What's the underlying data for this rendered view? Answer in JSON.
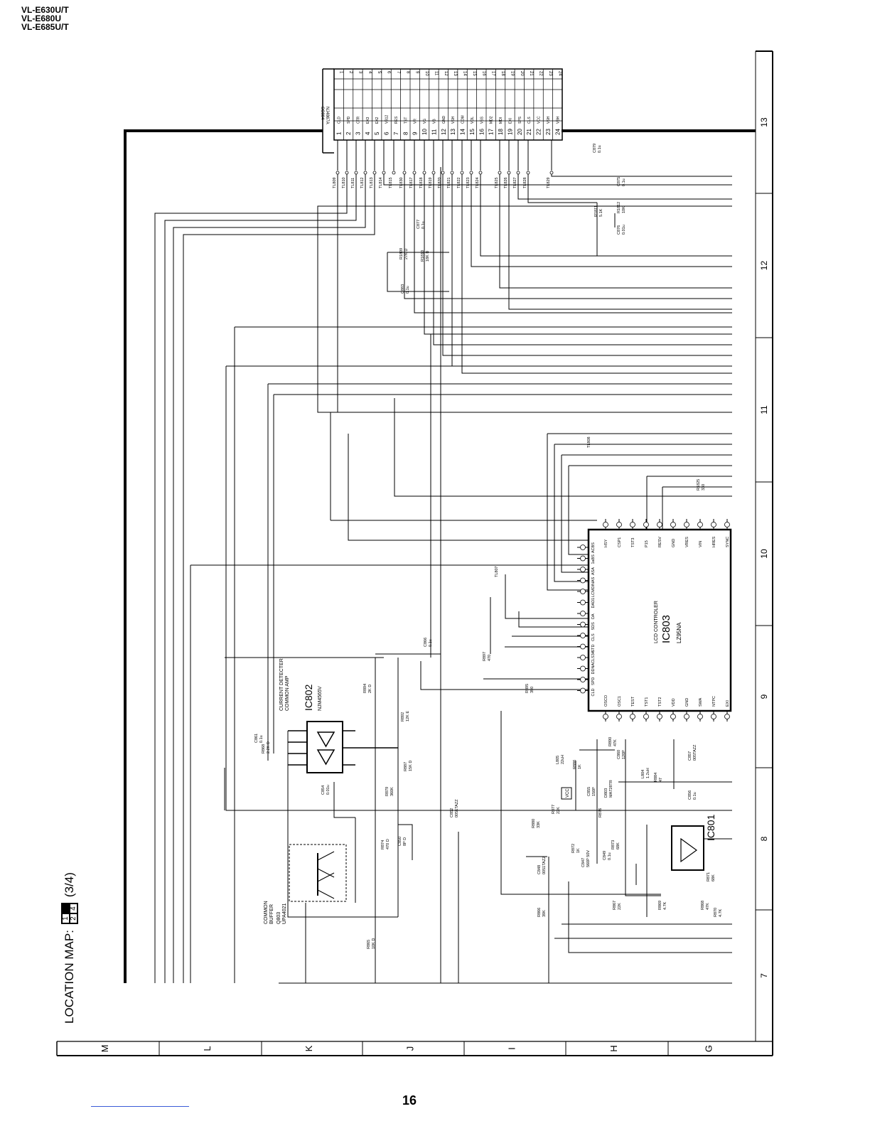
{
  "header": {
    "models": [
      "VL-E630U/T",
      "VL-E680U",
      "VL-E685U/T"
    ]
  },
  "footer": {
    "page_number": "16"
  },
  "location_map": {
    "label": "LOCATION MAP:",
    "cells": [
      "1",
      "",
      "2",
      "4"
    ],
    "sheet": "(3/4)"
  },
  "grid": {
    "columns": [
      "M",
      "L",
      "K",
      "J",
      "I",
      "H",
      "G"
    ],
    "rows": [
      "13",
      "12",
      "11",
      "10",
      "9",
      "8",
      "7"
    ]
  },
  "connector": {
    "ref": "SC804",
    "part": "NJ4867A",
    "pins": [
      "1",
      "2",
      "3",
      "4",
      "5",
      "6",
      "7",
      "8",
      "9",
      "10",
      "11",
      "12",
      "13",
      "14",
      "15",
      "16",
      "17",
      "18",
      "19",
      "20",
      "21",
      "22",
      "23",
      "24"
    ],
    "signals": [
      "CLD",
      "SPD",
      "CTR",
      "EX3",
      "EX2",
      "VB12",
      "RES",
      "TST",
      "VR",
      "VG",
      "VB",
      "GND",
      "VSH",
      "COM",
      "VOL",
      "VSS",
      "MD2",
      "MDI",
      "EXI",
      "SPS",
      "CLS",
      "VCC",
      "VSH",
      "VBH"
    ]
  },
  "test_points": [
    "TL809",
    "TL810",
    "TL811",
    "TL812",
    "TL813",
    "TL814",
    "TL815",
    "TL830",
    "TL817",
    "TL818",
    "TL819",
    "TL820",
    "TL821",
    "TL822",
    "TL823",
    "TL824",
    "TL825",
    "TL826",
    "TL827",
    "TL828",
    "TL829"
  ],
  "components": {
    "ic803": {
      "ref": "IC803",
      "type": "LCD CONTROLER",
      "part": "LZ95NA",
      "left_pins": [
        "HSY",
        "CSP1",
        "TST3",
        "P15",
        "RESV",
        "GND",
        "VRES",
        "VIN",
        "HRES",
        "SYNC"
      ],
      "top_pins": [
        "ACBS",
        "1aBS",
        "ASA",
        "INAS",
        "LCMD",
        "DAD1",
        "DA",
        "SDS",
        "CLS",
        "STD",
        "CLS34",
        "DDNA",
        "SPD",
        "CLD"
      ],
      "right_pins": [
        "OSCO",
        "OSC1",
        "TEST",
        "TST1",
        "TST2",
        "VDD",
        "GND",
        "SWA",
        "NTPC",
        "EXI"
      ]
    },
    "ic802": {
      "ref": "IC802",
      "part": "NJM4565V",
      "desc_1": "CURRENT DETECTER",
      "desc_2": "COMMON AMP"
    },
    "ic801": {
      "ref": "IC801"
    },
    "q803": {
      "ref": "Q803",
      "part": "UPA4021",
      "desc_1": "COMMON",
      "desc_2": "BUFFER"
    },
    "vcc_label": "VCC",
    "labels": [
      {
        "id": "C879",
        "text": "C879",
        "val": "0.1u"
      },
      {
        "id": "C875",
        "text": "C875",
        "val": "0.1u"
      },
      {
        "id": "R1811",
        "text": "R1811",
        "val": "5.1K"
      },
      {
        "id": "R1812",
        "text": "R1812",
        "val": "10K"
      },
      {
        "id": "C876",
        "text": "C876",
        "val": "0.01u"
      },
      {
        "id": "C877",
        "text": "C877",
        "val": "0.1u"
      },
      {
        "id": "R1809",
        "text": "R1809",
        "val": "27K D"
      },
      {
        "id": "R1810",
        "text": "R1810",
        "val": "18K D"
      },
      {
        "id": "C883",
        "text": "C883",
        "val": "0.1u"
      },
      {
        "id": "TL808",
        "text": "TL808",
        "val": ""
      },
      {
        "id": "R1825",
        "text": "R1825",
        "val": "330"
      },
      {
        "id": "TL807",
        "text": "TL807",
        "val": ""
      },
      {
        "id": "R897",
        "text": "R897",
        "val": "470"
      },
      {
        "id": "R895",
        "text": "R895",
        "val": "390"
      },
      {
        "id": "C866",
        "text": "C866",
        "val": "0.1u"
      },
      {
        "id": "R894",
        "text": "R894",
        "val": "2K D"
      },
      {
        "id": "R892",
        "text": "R892",
        "val": "12K E"
      },
      {
        "id": "C861",
        "text": "C861",
        "val": "0.1u"
      },
      {
        "id": "R868",
        "text": "R868",
        "val": "2.2K D"
      },
      {
        "id": "R887",
        "text": "R887",
        "val": "15K D"
      },
      {
        "id": "C854",
        "text": "C854",
        "val": "0.01u"
      },
      {
        "id": "R879",
        "text": "R879",
        "val": "360K"
      },
      {
        "id": "R874",
        "text": "R874",
        "val": "470 D"
      },
      {
        "id": "C850",
        "text": "C850",
        "val": "8P D"
      },
      {
        "id": "C852",
        "text": "C852",
        "val": "0051TAZZ"
      },
      {
        "id": "C848",
        "text": "C848",
        "val": "0051TAZZ"
      },
      {
        "id": "R866",
        "text": "R866",
        "val": "39K"
      },
      {
        "id": "R865",
        "text": "R865",
        "val": "10K D"
      },
      {
        "id": "R880",
        "text": "R880",
        "val": "33K"
      },
      {
        "id": "R877",
        "text": "R877",
        "val": "22K"
      },
      {
        "id": "R876",
        "text": "R876",
        "val": ""
      },
      {
        "id": "R872",
        "text": "R872",
        "val": "1K"
      },
      {
        "id": "C847",
        "text": "C847",
        "val": "560P 50V"
      },
      {
        "id": "C849",
        "text": "C849",
        "val": "0.1u"
      },
      {
        "id": "R873",
        "text": "R873",
        "val": "68K"
      },
      {
        "id": "R867",
        "text": "R867",
        "val": "22K"
      },
      {
        "id": "R869",
        "text": "R869",
        "val": "4.7K"
      },
      {
        "id": "R868b",
        "text": "R868",
        "val": "47K"
      },
      {
        "id": "R871",
        "text": "R871",
        "val": "68K"
      },
      {
        "id": "R870",
        "text": "R870",
        "val": "4.7K"
      },
      {
        "id": "L805",
        "text": "L805",
        "val": "22uH"
      },
      {
        "id": "R886",
        "text": "R886",
        "val": "1K"
      },
      {
        "id": "R890",
        "text": "R890",
        "val": "47K"
      },
      {
        "id": "C860",
        "text": "C860",
        "val": "120P"
      },
      {
        "id": "L804",
        "text": "L804",
        "val": "1.2uH"
      },
      {
        "id": "C855",
        "text": "C855",
        "val": "150P"
      },
      {
        "id": "D803",
        "text": "D803",
        "val": "MA728TR"
      },
      {
        "id": "R884",
        "text": "R884",
        "val": "47"
      },
      {
        "id": "C857",
        "text": "C857",
        "val": "005TAZZ"
      },
      {
        "id": "C856",
        "text": "C856",
        "val": "0.1u"
      }
    ]
  }
}
